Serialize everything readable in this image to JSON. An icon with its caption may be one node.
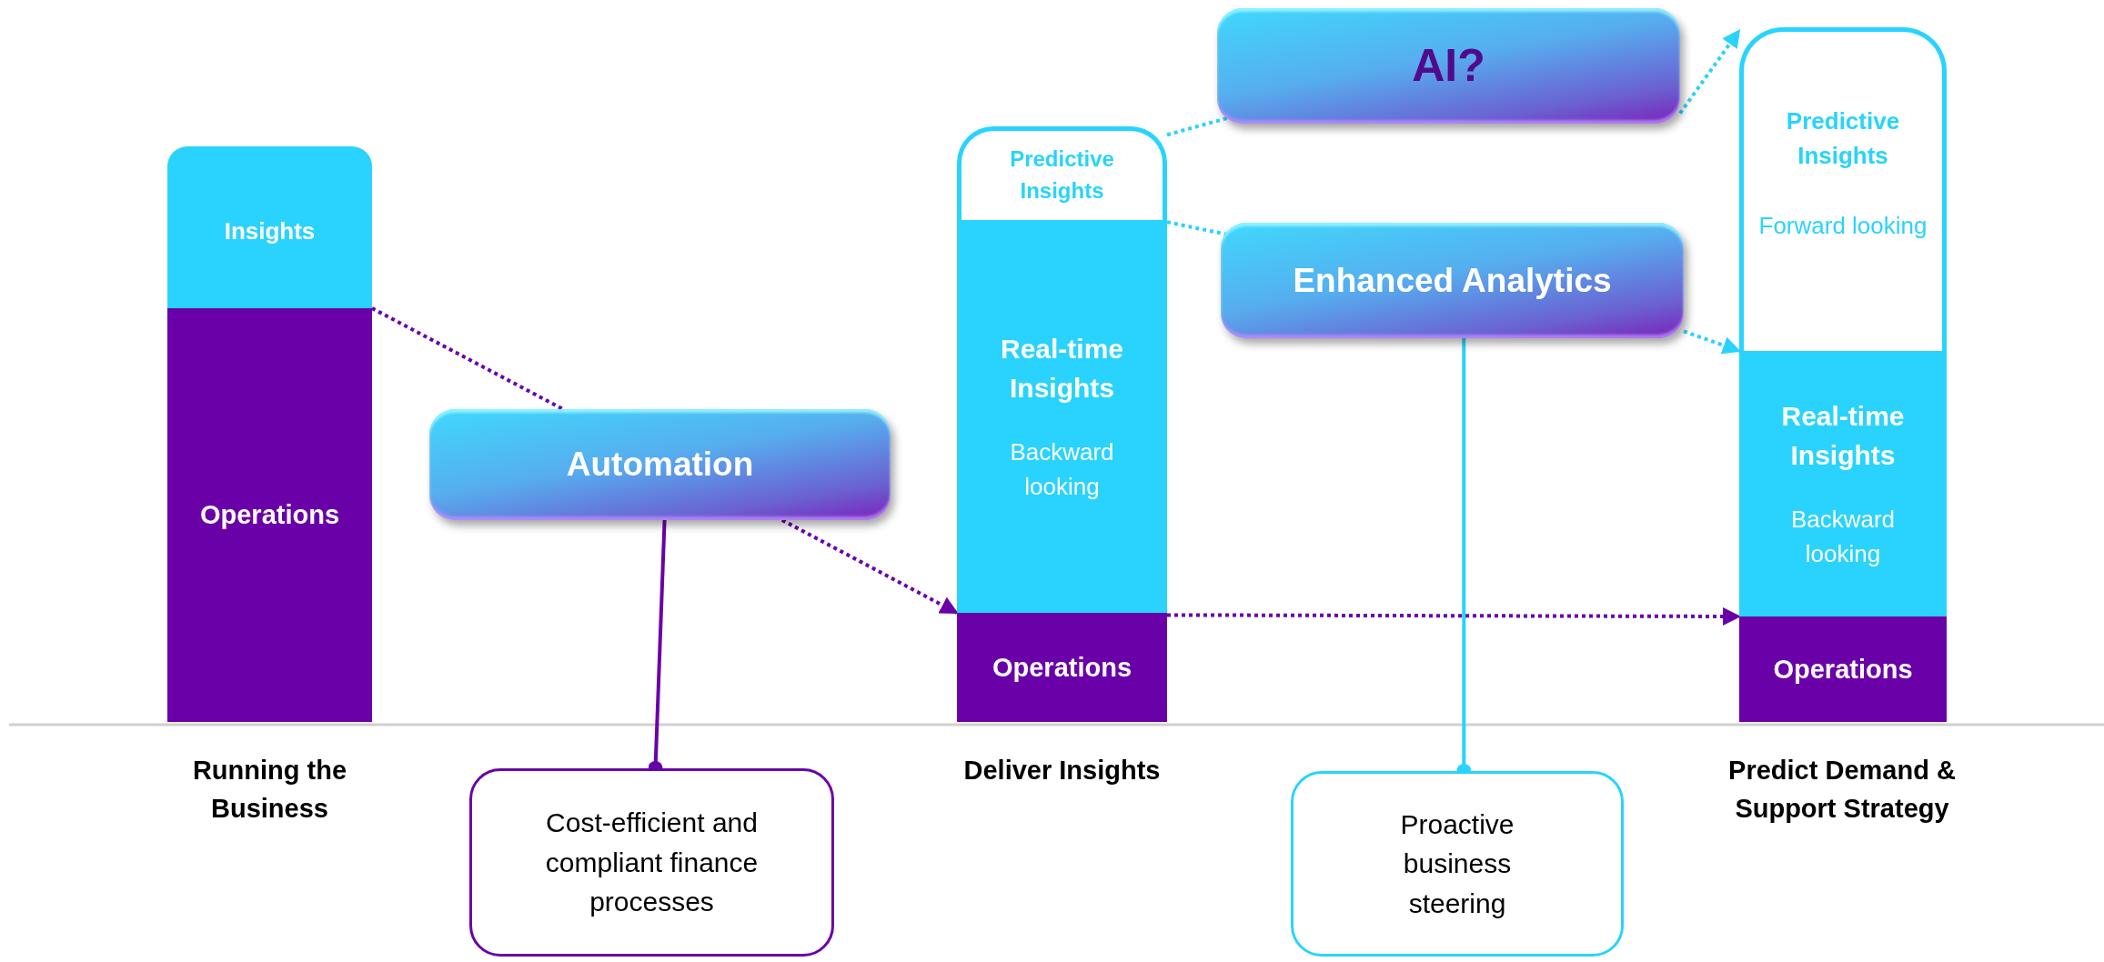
{
  "diagram": {
    "nodes": [
      {
        "text": [
          "Insights"
        ]
      },
      {
        "text": [
          "Operations"
        ]
      },
      {
        "text": [
          "Automation"
        ]
      },
      {
        "text": [
          "Predictive Insights"
        ]
      },
      {
        "text": [
          "Real-time Insights",
          "Backward looking"
        ]
      },
      {
        "text": [
          "Operations"
        ]
      },
      {
        "text": [
          "AI?"
        ]
      },
      {
        "text": [
          "Enhanced Analytics"
        ]
      },
      {
        "text": [
          "Predictive Insights",
          "Forward looking"
        ]
      },
      {
        "text": [
          "Real-time Insights",
          "Backward looking"
        ]
      },
      {
        "text": [
          "Operations"
        ]
      },
      {
        "text": [
          "Cost-efficient and compliant finance processes"
        ]
      },
      {
        "text": [
          "Proactive business steering"
        ]
      }
    ],
    "edges": [
      {
        "from": 1,
        "to": 2,
        "arrow": "none",
        "style": "dashed",
        "color": "#6a00a8"
      },
      {
        "from": 2,
        "to": 5,
        "arrow": "to",
        "style": "dashed",
        "color": "#6a00a8"
      },
      {
        "from": 5,
        "to": 10,
        "arrow": "to",
        "style": "dashed",
        "color": "#6a00a8"
      },
      {
        "from": 3,
        "to": 6,
        "arrow": "none",
        "style": "dashed"
      },
      {
        "from": 6,
        "to": 8,
        "arrow": "to",
        "style": "dashed"
      },
      {
        "from": 4,
        "to": 7,
        "arrow": "none",
        "style": "dashed"
      },
      {
        "from": 7,
        "to": 9,
        "arrow": "to",
        "style": "dashed"
      },
      {
        "from": 2,
        "to": 11,
        "arrow": "other",
        "color": "#6a00a8"
      },
      {
        "from": 7,
        "to": 12,
        "arrow": "other"
      }
    ],
    "labels": [
      "Running the Business",
      "Deliver Insights",
      "**Predict Demand** & Support Strategy"
    ]
  }
}
